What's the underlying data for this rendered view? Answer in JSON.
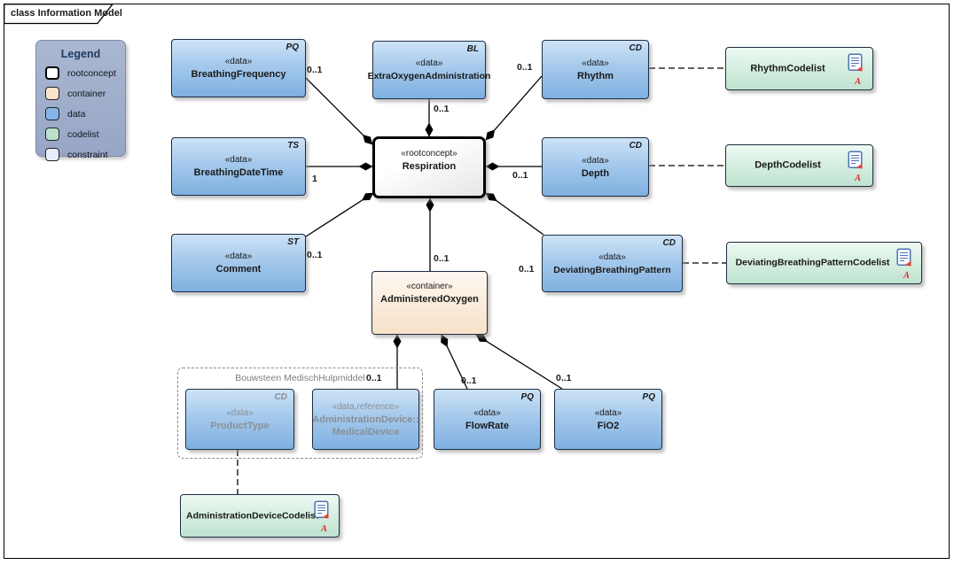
{
  "frame": {
    "tab_label": "class Information Model"
  },
  "legend": {
    "title": "Legend",
    "items": [
      {
        "label": "rootconcept",
        "color": "#ffffff"
      },
      {
        "label": "container",
        "color": "#fbe4cd"
      },
      {
        "label": "data",
        "color": "#85b6e9"
      },
      {
        "label": "codelist",
        "color": "#b9e0cc"
      },
      {
        "label": "constraint",
        "color": "#e9ecfa"
      }
    ]
  },
  "nodes": {
    "breathingFrequency": {
      "tag": "PQ",
      "stereotype": "«data»",
      "name": "BreathingFrequency"
    },
    "extraOxygenAdministration": {
      "tag": "BL",
      "stereotype": "«data»",
      "name": "ExtraOxygenAdministration"
    },
    "rhythm": {
      "tag": "CD",
      "stereotype": "«data»",
      "name": "Rhythm"
    },
    "breathingDateTime": {
      "tag": "TS",
      "stereotype": "«data»",
      "name": "BreathingDateTime"
    },
    "respiration": {
      "stereotype": "«rootconcept»",
      "name": "Respiration"
    },
    "depth": {
      "tag": "CD",
      "stereotype": "«data»",
      "name": "Depth"
    },
    "comment": {
      "tag": "ST",
      "stereotype": "«data»",
      "name": "Comment"
    },
    "deviatingBreathingPattern": {
      "tag": "CD",
      "stereotype": "«data»",
      "name": "DeviatingBreathingPattern"
    },
    "administeredOxygen": {
      "stereotype": "«container»",
      "name": "AdministeredOxygen"
    },
    "productType": {
      "tag": "CD",
      "stereotype": "«data»",
      "name": "ProductType"
    },
    "medicalDevice": {
      "stereotype": "«data,reference»",
      "name_line1": "AdministrationDevice::",
      "name_line2": "MedicalDevice"
    },
    "flowRate": {
      "tag": "PQ",
      "stereotype": "«data»",
      "name": "FlowRate"
    },
    "fio2": {
      "tag": "PQ",
      "stereotype": "«data»",
      "name": "FiO2"
    },
    "rhythmCodelist": {
      "name": "RhythmCodelist",
      "marker": "A"
    },
    "depthCodelist": {
      "name": "DepthCodelist",
      "marker": "A"
    },
    "deviatingBreathingPatternCodelist": {
      "name": "DeviatingBreathingPatternCodelist",
      "marker": "A"
    },
    "administrationDeviceCodelist": {
      "name": "AdministrationDeviceCodelist",
      "marker": "A"
    }
  },
  "boundary": {
    "label": "Bouwsteen MedischHulpmiddel"
  },
  "multiplicities": {
    "breathingFrequency": "0..1",
    "extraOxygenAdministration": "0..1",
    "rhythm": "0..1",
    "breathingDateTime": "1",
    "depth": "0..1",
    "comment": "0..1",
    "deviatingBreathingPattern": "0..1",
    "administeredOxygen": "0..1",
    "medicalDevice": "0..1",
    "flowRate": "0..1",
    "fio2": "0..1"
  },
  "colors": {
    "data_fill": "#85b6e9",
    "codelist_fill": "#b9e0cc",
    "container_fill": "#fbe4cd",
    "constraint_fill": "#e9ecfa",
    "rootconcept_fill": "#ffffff",
    "legend_bg": "#a2b0cd",
    "edge": "#000000",
    "reference_text": "#8a8f96",
    "codelist_marker": "#e02b2b"
  }
}
